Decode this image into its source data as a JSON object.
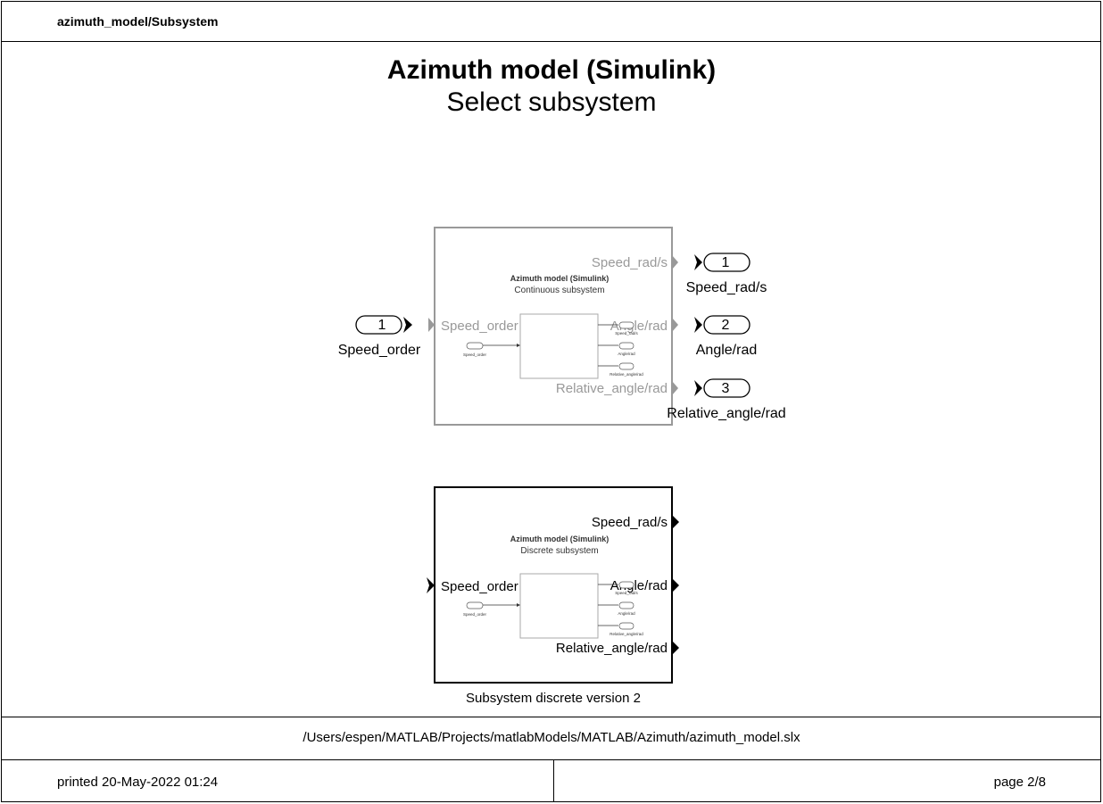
{
  "header": {
    "path": "azimuth_model/Subsystem"
  },
  "title": "Azimuth model (Simulink)",
  "subtitle": "Select subsystem",
  "continuous_block": {
    "inner_title": "Azimuth model (Simulink)",
    "inner_subtitle": "Continuous subsystem",
    "in_port": "Speed_order",
    "out_ports": [
      "Speed_rad/s",
      "Angle/rad",
      "Relative_angle/rad"
    ],
    "mini_in": "Speed_order",
    "mini_outs": [
      "Speed_rad/s",
      "Angle/rad",
      "Relative_angle/rad"
    ]
  },
  "inport": {
    "number": "1",
    "label": "Speed_order"
  },
  "outports": [
    {
      "number": "1",
      "label": "Speed_rad/s"
    },
    {
      "number": "2",
      "label": "Angle/rad"
    },
    {
      "number": "3",
      "label": "Relative_angle/rad"
    }
  ],
  "discrete_block": {
    "inner_title": "Azimuth model (Simulink)",
    "inner_subtitle": "Discrete subsystem",
    "in_port": "Speed_order",
    "out_ports": [
      "Speed_rad/s",
      "Angle/rad",
      "Relative_angle/rad"
    ],
    "mini_in": "Speed_order",
    "mini_outs": [
      "Speed_rad/s",
      "Angle/rad",
      "Relative_angle/rad"
    ],
    "caption": "Subsystem discrete version 2"
  },
  "footer": {
    "file_path": "/Users/espen/MATLAB/Projects/matlabModels/MATLAB/Azimuth/azimuth_model.slx",
    "printed": "printed 20-May-2022 01:24",
    "page": "page 2/8"
  },
  "colors": {
    "inactive": "#999999",
    "active": "#000000"
  }
}
